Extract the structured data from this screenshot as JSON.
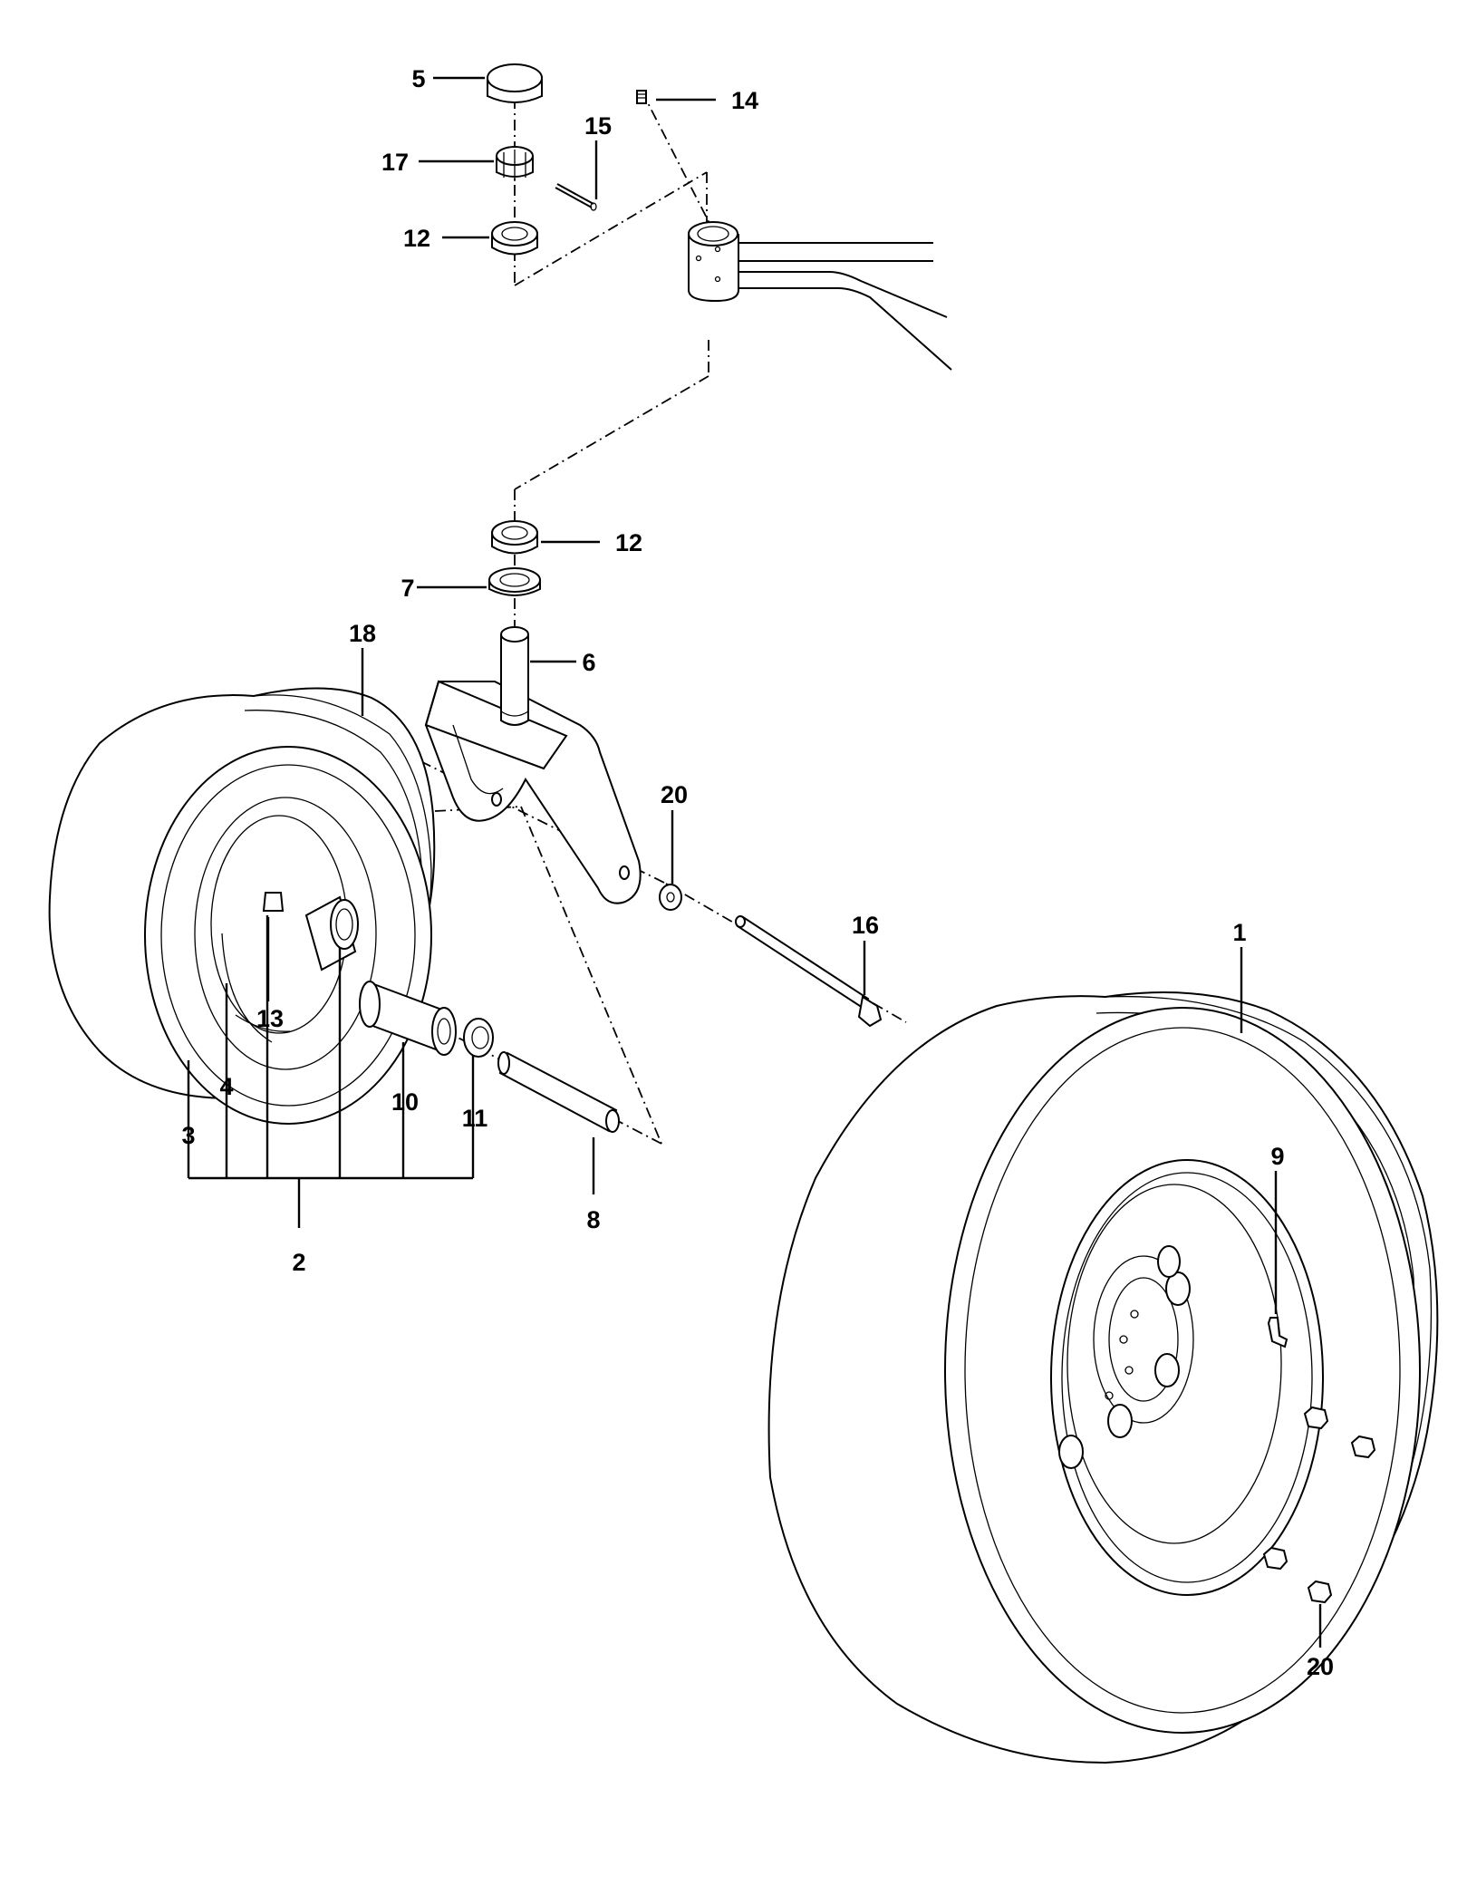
{
  "callouts": {
    "c1": "1",
    "c2": "2",
    "c3": "3",
    "c4": "4",
    "c5": "5",
    "c6": "6",
    "c7": "7",
    "c8": "8",
    "c9": "9",
    "c10": "10",
    "c11": "11",
    "c12a": "12",
    "c12b": "12",
    "c13": "13",
    "c14": "14",
    "c15": "15",
    "c16": "16",
    "c17": "17",
    "c18": "18",
    "c20a": "20",
    "c20b": "20"
  }
}
